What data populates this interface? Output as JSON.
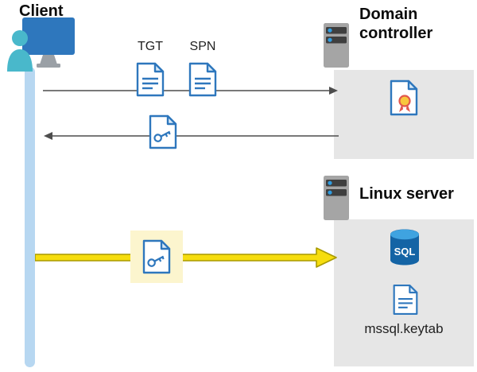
{
  "labels": {
    "client": "Client",
    "domain_controller": "Domain controller",
    "linux_server": "Linux server",
    "tgt": "TGT",
    "spn": "SPN",
    "sql": "SQL",
    "keytab": "mssql.keytab"
  },
  "colors": {
    "primary_blue": "#2e77bd",
    "teal": "#49b8cb",
    "panel_gray": "#e6e6e6",
    "arrow_gray": "#4d4d4d",
    "timeline_blue": "#b7d7f1",
    "arrow_yellow": "#f6dd0e",
    "arrow_yellow_outline": "#a89a00",
    "highlight_yellow": "#fcf5ce",
    "seal_yellow": "#f8c73d",
    "seal_red": "#e2574c",
    "db_top_blue": "#3fa3e0",
    "db_body_blue": "#1464a5",
    "server_gray": "#a5a5a5",
    "server_slot_dark": "#3f3f3f",
    "server_dot_blue": "#2f9ce0"
  },
  "icons": {
    "client": "person-at-computer-icon",
    "domain_controller": "server-icon",
    "linux_server": "server-icon",
    "tgt": "document-icon",
    "spn": "document-icon",
    "returned_ticket": "key-document-icon",
    "service_ticket": "key-document-icon",
    "certificate": "certificate-icon",
    "sql_database": "sql-database-icon",
    "keytab_file": "document-icon"
  }
}
